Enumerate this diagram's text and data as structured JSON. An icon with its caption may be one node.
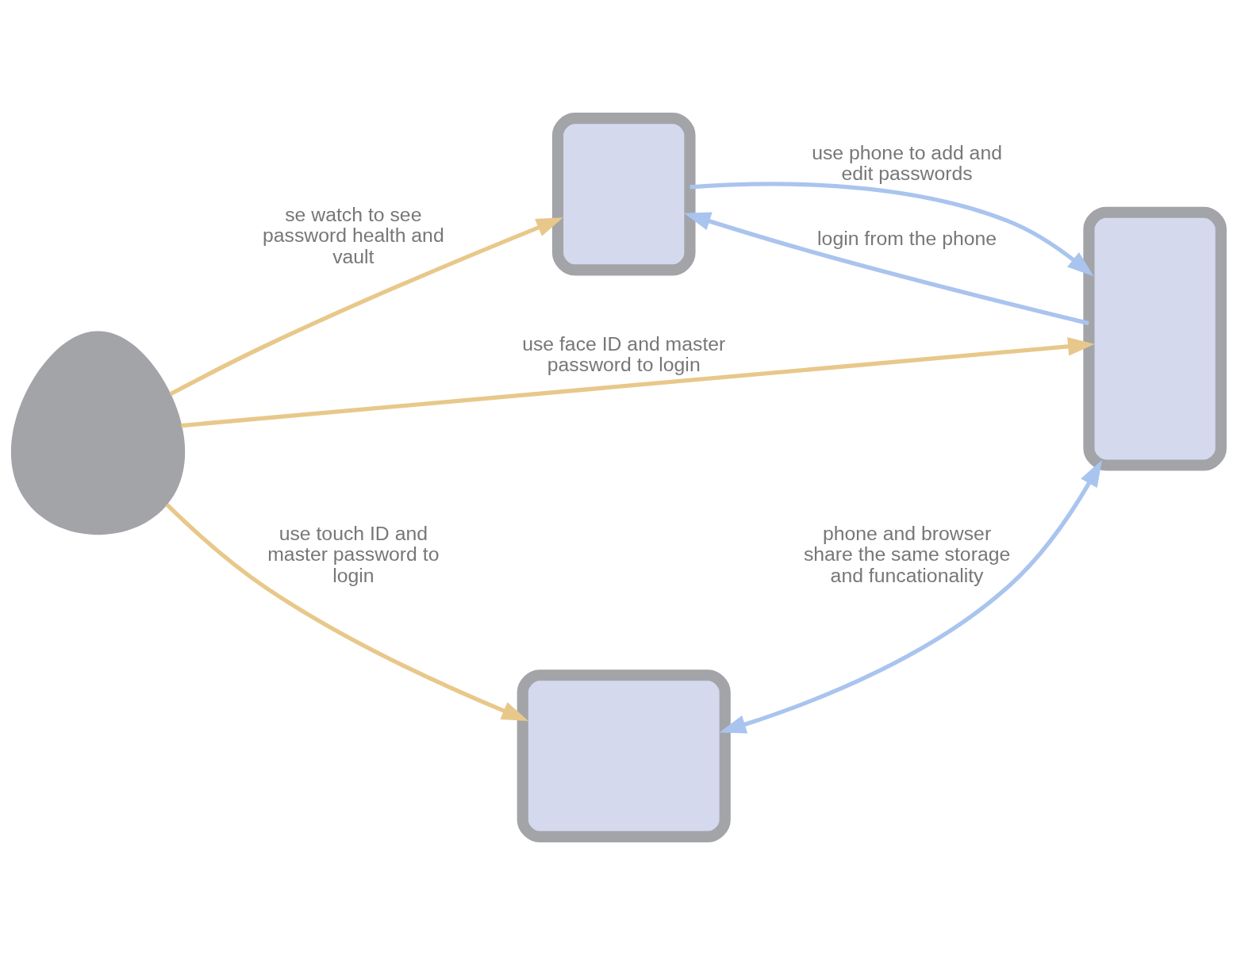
{
  "diagram": {
    "nodes": [
      {
        "text": [],
        "shape": "watch"
      },
      {
        "text": [],
        "shape": "phone"
      },
      {
        "text": [],
        "shape": "person"
      },
      {
        "text": [],
        "shape": "window"
      }
    ],
    "edges": [
      {
        "from": 1,
        "to": 0,
        "arrow": "to",
        "label": "login from the phone",
        "color": "#a9c4ee"
      },
      {
        "from": 0,
        "to": 1,
        "arrow": "to",
        "label": "use phone to add and edit passwords",
        "color": "#a9c4ee"
      },
      {
        "from": 2,
        "to": 0,
        "arrow": "to",
        "label": "se watch to see password health and vault",
        "color": "#e8c88a"
      },
      {
        "from": 2,
        "to": 1,
        "arrow": "to",
        "label": "use face ID and master password to login",
        "color": "#e8c88a"
      },
      {
        "from": 2,
        "to": 3,
        "arrow": "to",
        "label": "use touch ID and master password to login",
        "color": "#e8c88a"
      },
      {
        "from": 3,
        "to": 1,
        "arrow": "both",
        "label": "phone and browser share the same storage and funcationality",
        "color": "#a9c4ee"
      }
    ]
  }
}
